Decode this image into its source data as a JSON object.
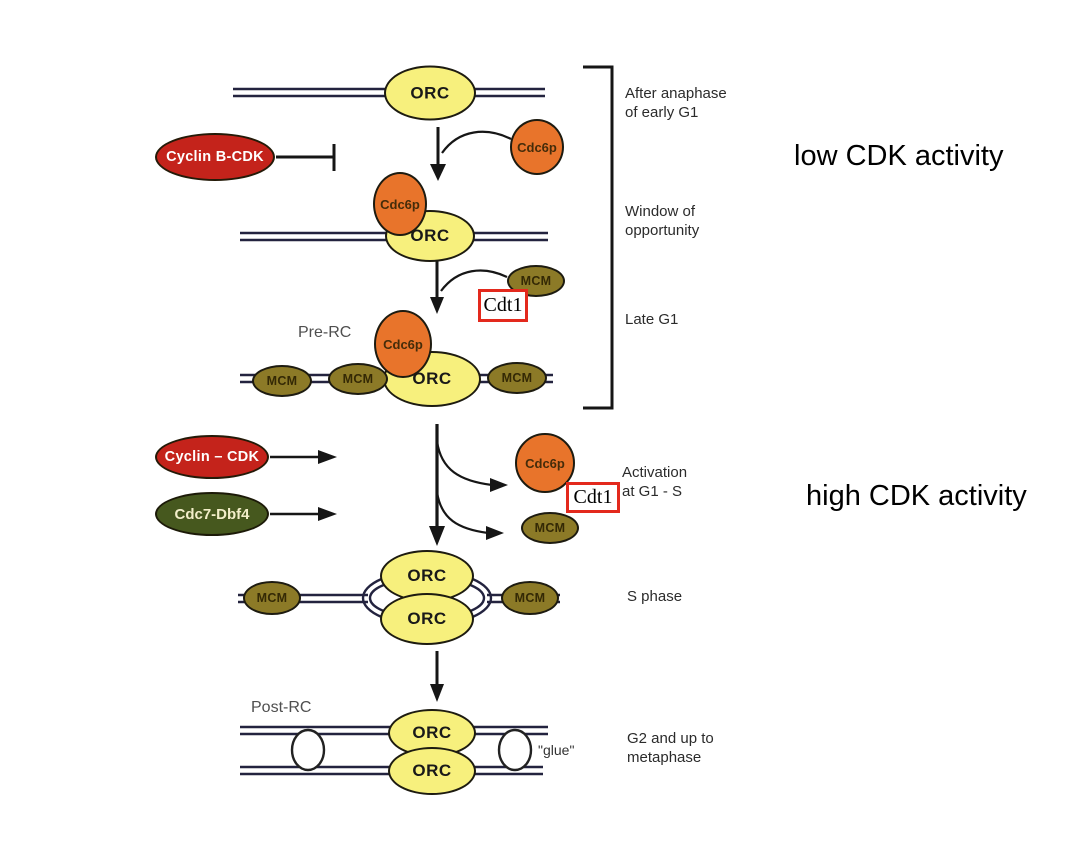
{
  "colors": {
    "orc_fill": "#f7f07d",
    "cdc6_fill": "#e8742b",
    "mcm_fill": "#8c7a27",
    "cyclin_red": "#c4231b",
    "cdc7_green": "#46581e",
    "dna": "#23233f",
    "red_box": "#e3291d",
    "gray_label": "#4f4f4f"
  },
  "nodes": {
    "orc": "ORC",
    "cdc6p": "Cdc6p",
    "mcm": "MCM",
    "cdt1": "Cdt1",
    "cyclin_b_cdk": "Cyclin B-CDK",
    "cyclin_cdk": "Cyclin – CDK",
    "cdc7_dbf4": "Cdc7-Dbf4",
    "pre_rc": "Pre-RC",
    "post_rc": "Post-RC",
    "glue": "\"glue\""
  },
  "stages": {
    "after_anaphase": [
      "After anaphase",
      "of early G1"
    ],
    "window": [
      "Window of",
      "opportunity"
    ],
    "late_g1": "Late G1",
    "activation": [
      "Activation",
      "at G1 - S"
    ],
    "s_phase": "S phase",
    "g2": [
      "G2 and up to",
      "metaphase"
    ]
  },
  "side_labels": {
    "low": "low CDK activity",
    "high": "high CDK activity"
  }
}
